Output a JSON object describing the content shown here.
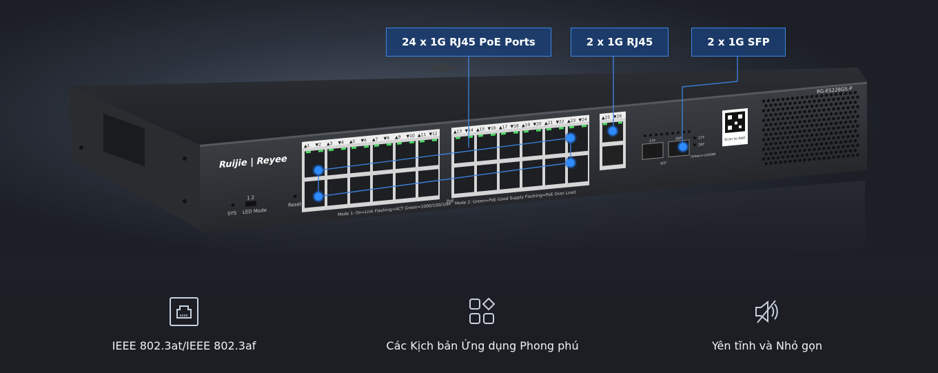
{
  "callouts": [
    {
      "label": "24 x 1G RJ45 PoE Ports"
    },
    {
      "label": "2 x 1G RJ45"
    },
    {
      "label": "2 x 1G SFP"
    }
  ],
  "device": {
    "brand_logo": "Ruijie | Reyee",
    "model": "RG-ES228GS-P",
    "sys_label": "SYS",
    "led_mode_label": "LED Mode",
    "led_mode_numbers": "1 2",
    "reset_label": "Reset",
    "poe_label": "PoE",
    "mode1_text": "Mode 1: On=Link  Flashing=ACT  Green=1000/100/10M",
    "mode2_text": "Mode 2: Green=PoE Good Supply  Flashing=PoE Over Load",
    "port_labels": [
      "▲1",
      "▼2",
      "▲3",
      "▼4",
      "▲5",
      "▼6",
      "▲7",
      "▼8",
      "▲9",
      "▼10",
      "▲11",
      "▼12",
      "▲13",
      "▼14",
      "▲15",
      "▼16",
      "▲17",
      "▼18",
      "▲19",
      "▼20",
      "▲21",
      "▼22",
      "▲23",
      "▼24"
    ],
    "uplink_labels": [
      "▲25",
      "▼26"
    ],
    "sfp_ports": [
      "27F",
      "28F"
    ],
    "sfp_label": "SFP",
    "sfp_led_labels": [
      "27F",
      "28F"
    ],
    "sfp_led_note": "Green=1000M",
    "qr_caption": "Scan to Add"
  },
  "features": [
    {
      "icon": "ethernet-port-icon",
      "label": "IEEE 802.3at/IEEE 802.3af"
    },
    {
      "icon": "app-grid-icon",
      "label": "Các Kịch bản Ứng dụng Phong phú"
    },
    {
      "icon": "mute-speaker-icon",
      "label": "Yên tĩnh và Nhỏ gọn"
    }
  ],
  "colors": {
    "accent": "#3d86e6",
    "led": "#4cd964",
    "dot": "#2f8cff"
  }
}
